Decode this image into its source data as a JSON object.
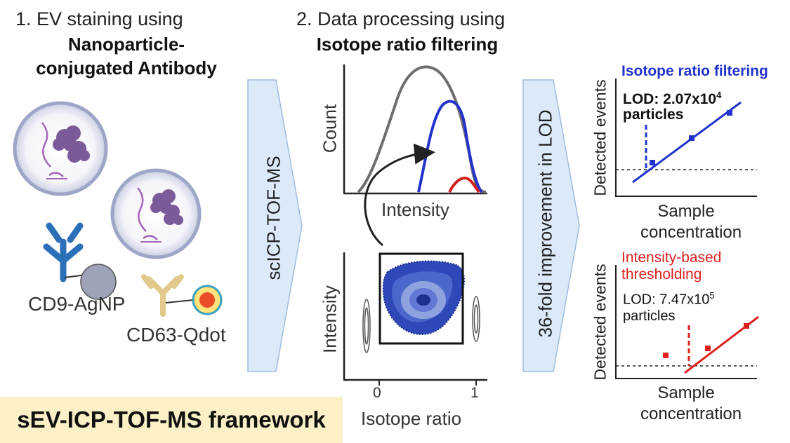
{
  "steps": {
    "step1_line1": "1.  EV staining using",
    "step1_line2": "Nanoparticle-",
    "step1_line3": "conjugated Antibody",
    "step2_line1": "2. Data processing using",
    "step2_line2": "Isotope ratio filtering"
  },
  "labels": {
    "cd9": "CD9-AgNP",
    "cd63": "CD63-Qdot",
    "instrument": "scICP-TOF-MS",
    "improvement": "36-fold improvement in LOD",
    "framework": "sEV-ICP-TOF-MS framework"
  },
  "histogram": {
    "ylabel": "Count",
    "xlabel": "Intensity"
  },
  "scatter": {
    "ylabel": "Intensity",
    "xlabel": "Isotope ratio",
    "tick_0": "0",
    "tick_1": "1"
  },
  "chart_data": [
    {
      "type": "scatter",
      "title": "Isotope ratio filtering",
      "xlabel": "Sample concentration",
      "ylabel": "Detected events",
      "annotation_line1": "LOD: 2.07x10",
      "annotation_exp": "4",
      "annotation_line2": "particles",
      "title_color": "#2233cc",
      "series_color": "#2233cc"
    },
    {
      "type": "scatter",
      "title_line1": "Intensity-based",
      "title_line2": "thresholding",
      "xlabel": "Sample concentration",
      "ylabel": "Detected events",
      "annotation_line1": "LOD: 7.47x10",
      "annotation_exp": "5",
      "annotation_line2": "particles",
      "title_color": "#e02020",
      "series_color": "#e02020"
    }
  ],
  "colors": {
    "blue": "#2233cc",
    "red": "#e02020",
    "gray_curve": "#6e6e6e",
    "arrow_fill": "#dce9f8",
    "banner": "#fbf0c6"
  }
}
